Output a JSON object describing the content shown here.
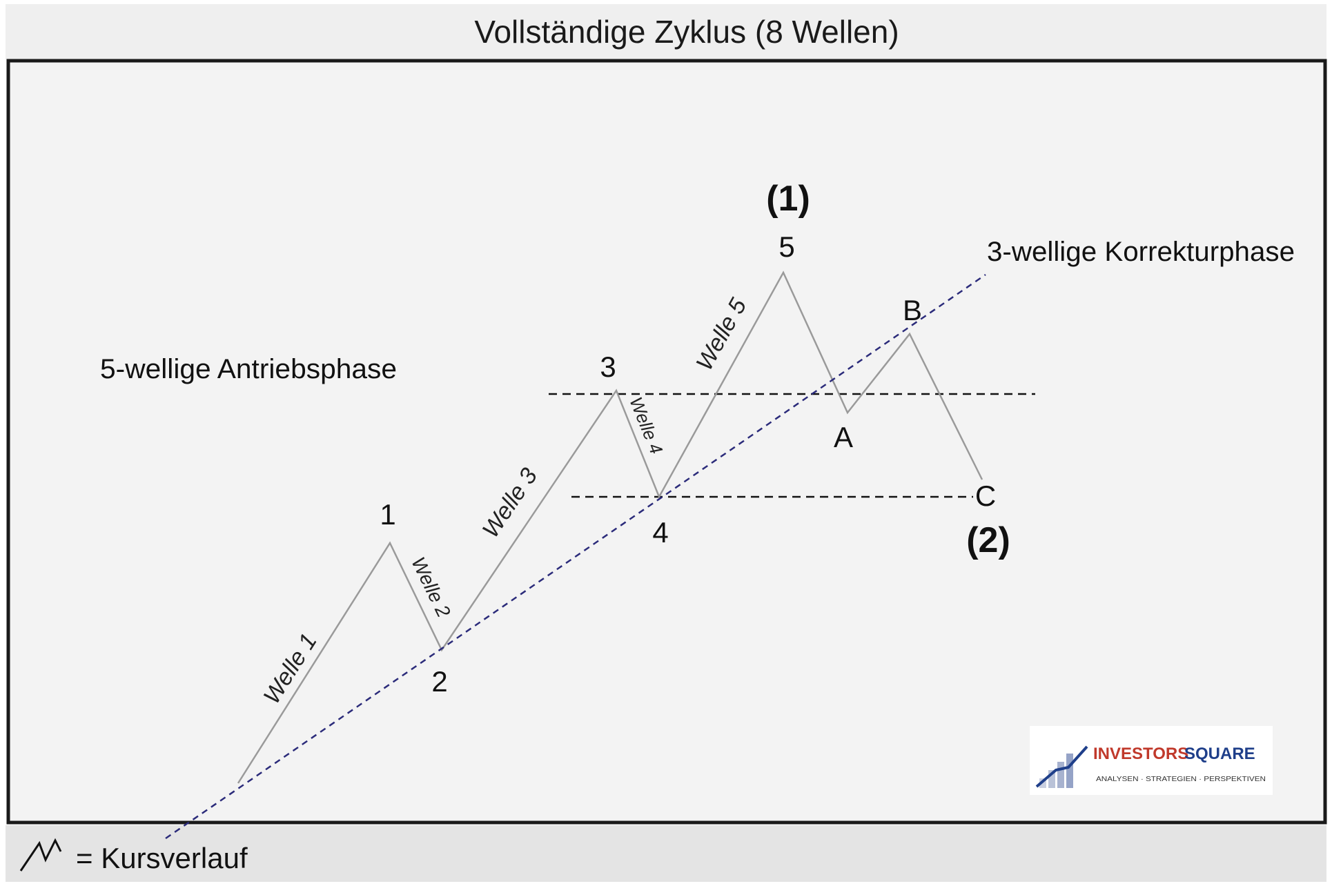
{
  "title": "Vollständige Zyklus (8 Wellen)",
  "labels": {
    "impulse_phase": "5-wellige Antriebsphase",
    "correction_phase": "3-wellige Korrekturphase",
    "cycle_top": "(1)",
    "cycle_bottom": "(2)"
  },
  "points": {
    "p1": "1",
    "p2": "2",
    "p3": "3",
    "p4": "4",
    "p5": "5",
    "pA": "A",
    "pB": "B",
    "pC": "C"
  },
  "waves": {
    "w1": "Welle 1",
    "w2": "Welle 2",
    "w3": "Welle 3",
    "w4": "Welle 4",
    "w5": "Welle 5"
  },
  "legend": {
    "text": "= Kursverlauf"
  },
  "logo": {
    "name_part1": "INVESTORS",
    "name_part2": "SQUARE",
    "tagline": "ANALYSEN · STRATEGIEN · PERSPEKTIVEN"
  },
  "colors": {
    "background": "#f3f3f3",
    "frame": "#1a1a1a",
    "price_line": "#9a9a9a",
    "trend_line": "#2b2b7a",
    "text": "#111111",
    "logo_red": "#c0392b",
    "logo_blue": "#1f3f8a"
  }
}
